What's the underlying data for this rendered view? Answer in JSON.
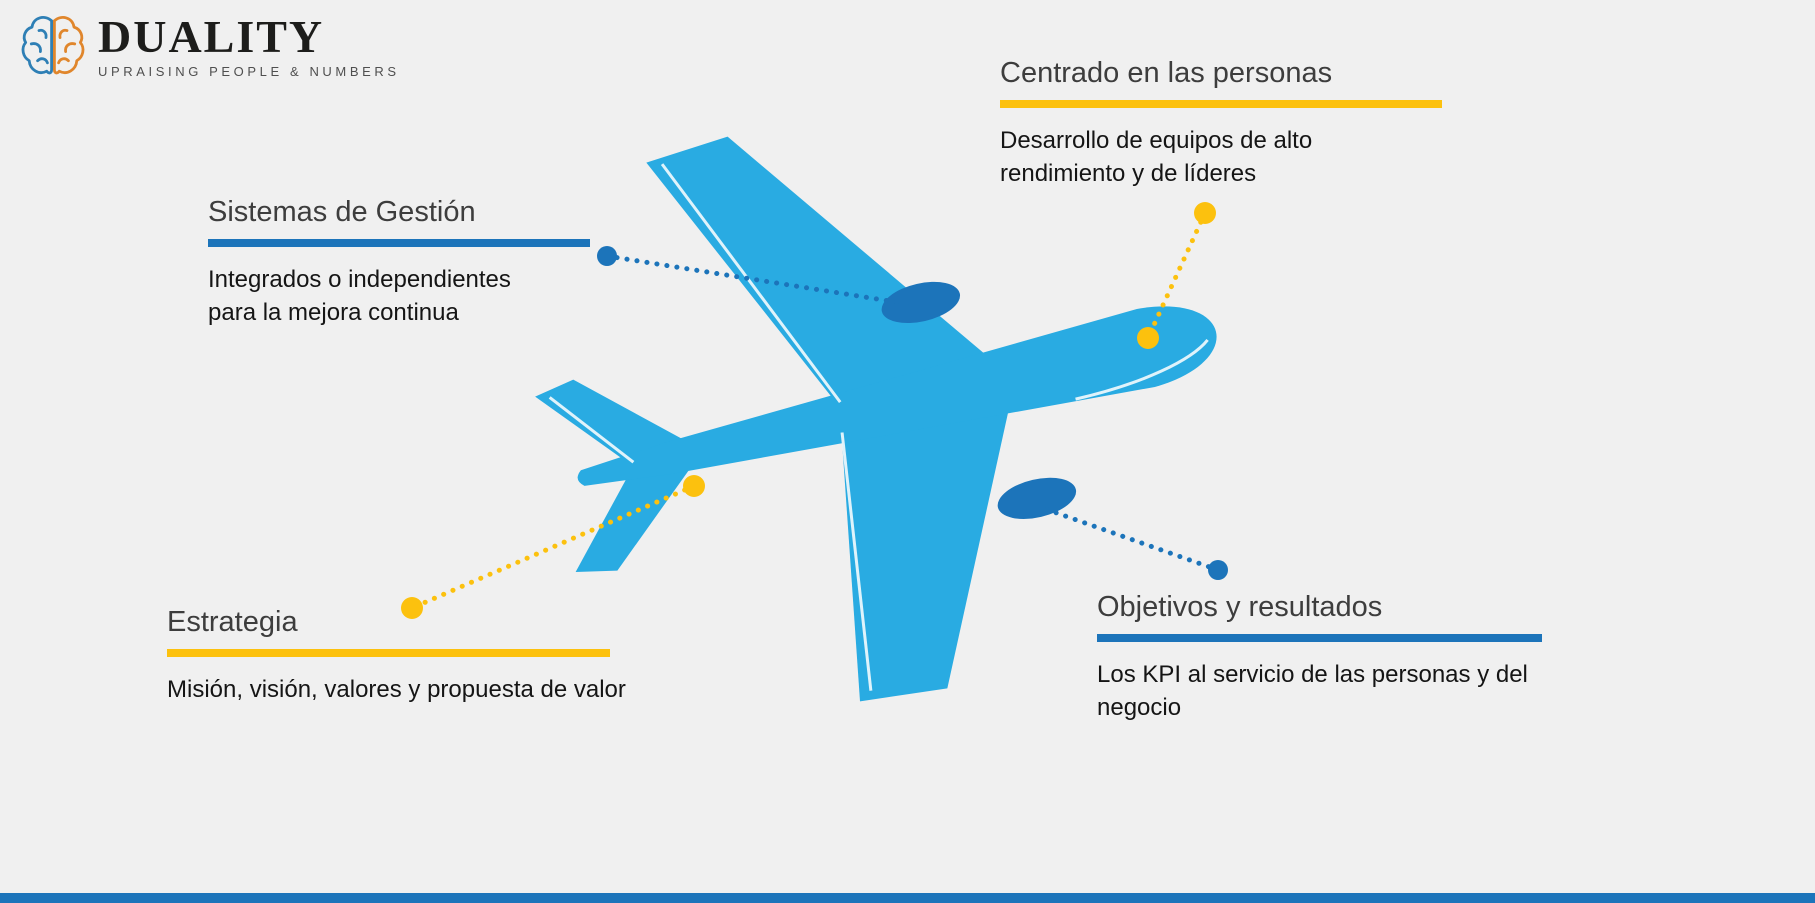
{
  "colors": {
    "background": "#f0f0f0",
    "plane": "#29abe2",
    "engine": "#1c74ba",
    "accent_blue": "#1c74ba",
    "accent_yellow": "#fcc10e",
    "heading_text": "#3d3d3d",
    "body_text": "#151515",
    "logo_text": "#1d1d1b",
    "tagline_text": "#4f4f4f",
    "brain_blue": "#2e7fb5",
    "brain_orange": "#e0862c",
    "bottom_bar": "#1c74ba"
  },
  "logo": {
    "name": "DUALITY",
    "tagline": "UPRAISING PEOPLE & NUMBERS",
    "icon": "brain-icon"
  },
  "callouts": [
    {
      "id": "sistemas-de-gestion",
      "title": "Sistemas de Gestión",
      "body": "Integrados o independientes para la mejora continua",
      "accent": "accent_blue"
    },
    {
      "id": "centrado-en-las-personas",
      "title": "Centrado en las personas",
      "body": "Desarrollo de equipos de alto rendimiento y de líderes",
      "accent": "accent_yellow"
    },
    {
      "id": "estrategia",
      "title": "Estrategia",
      "body": "Misión, visión, valores y propuesta de valor",
      "accent": "accent_yellow"
    },
    {
      "id": "objetivos-y-resultados",
      "title": "Objetivos y resultados",
      "body": "Los KPI al servicio de las personas y del negocio",
      "accent": "accent_blue"
    }
  ],
  "plane": {
    "icon": "airplane-top-view",
    "body_color": "#29abe2",
    "engine_color": "#1c74ba"
  },
  "connectors": [
    {
      "from": "sistemas-de-gestion",
      "to": "airplane-engine-left",
      "color": "accent_blue",
      "style": "dotted"
    },
    {
      "from": "centrado-en-las-personas",
      "to": "airplane-nose",
      "color": "accent_yellow",
      "style": "dotted"
    },
    {
      "from": "estrategia",
      "to": "airplane-tail",
      "color": "accent_yellow",
      "style": "dotted"
    },
    {
      "from": "objetivos-y-resultados",
      "to": "airplane-engine-right",
      "color": "accent_blue",
      "style": "dotted"
    }
  ]
}
